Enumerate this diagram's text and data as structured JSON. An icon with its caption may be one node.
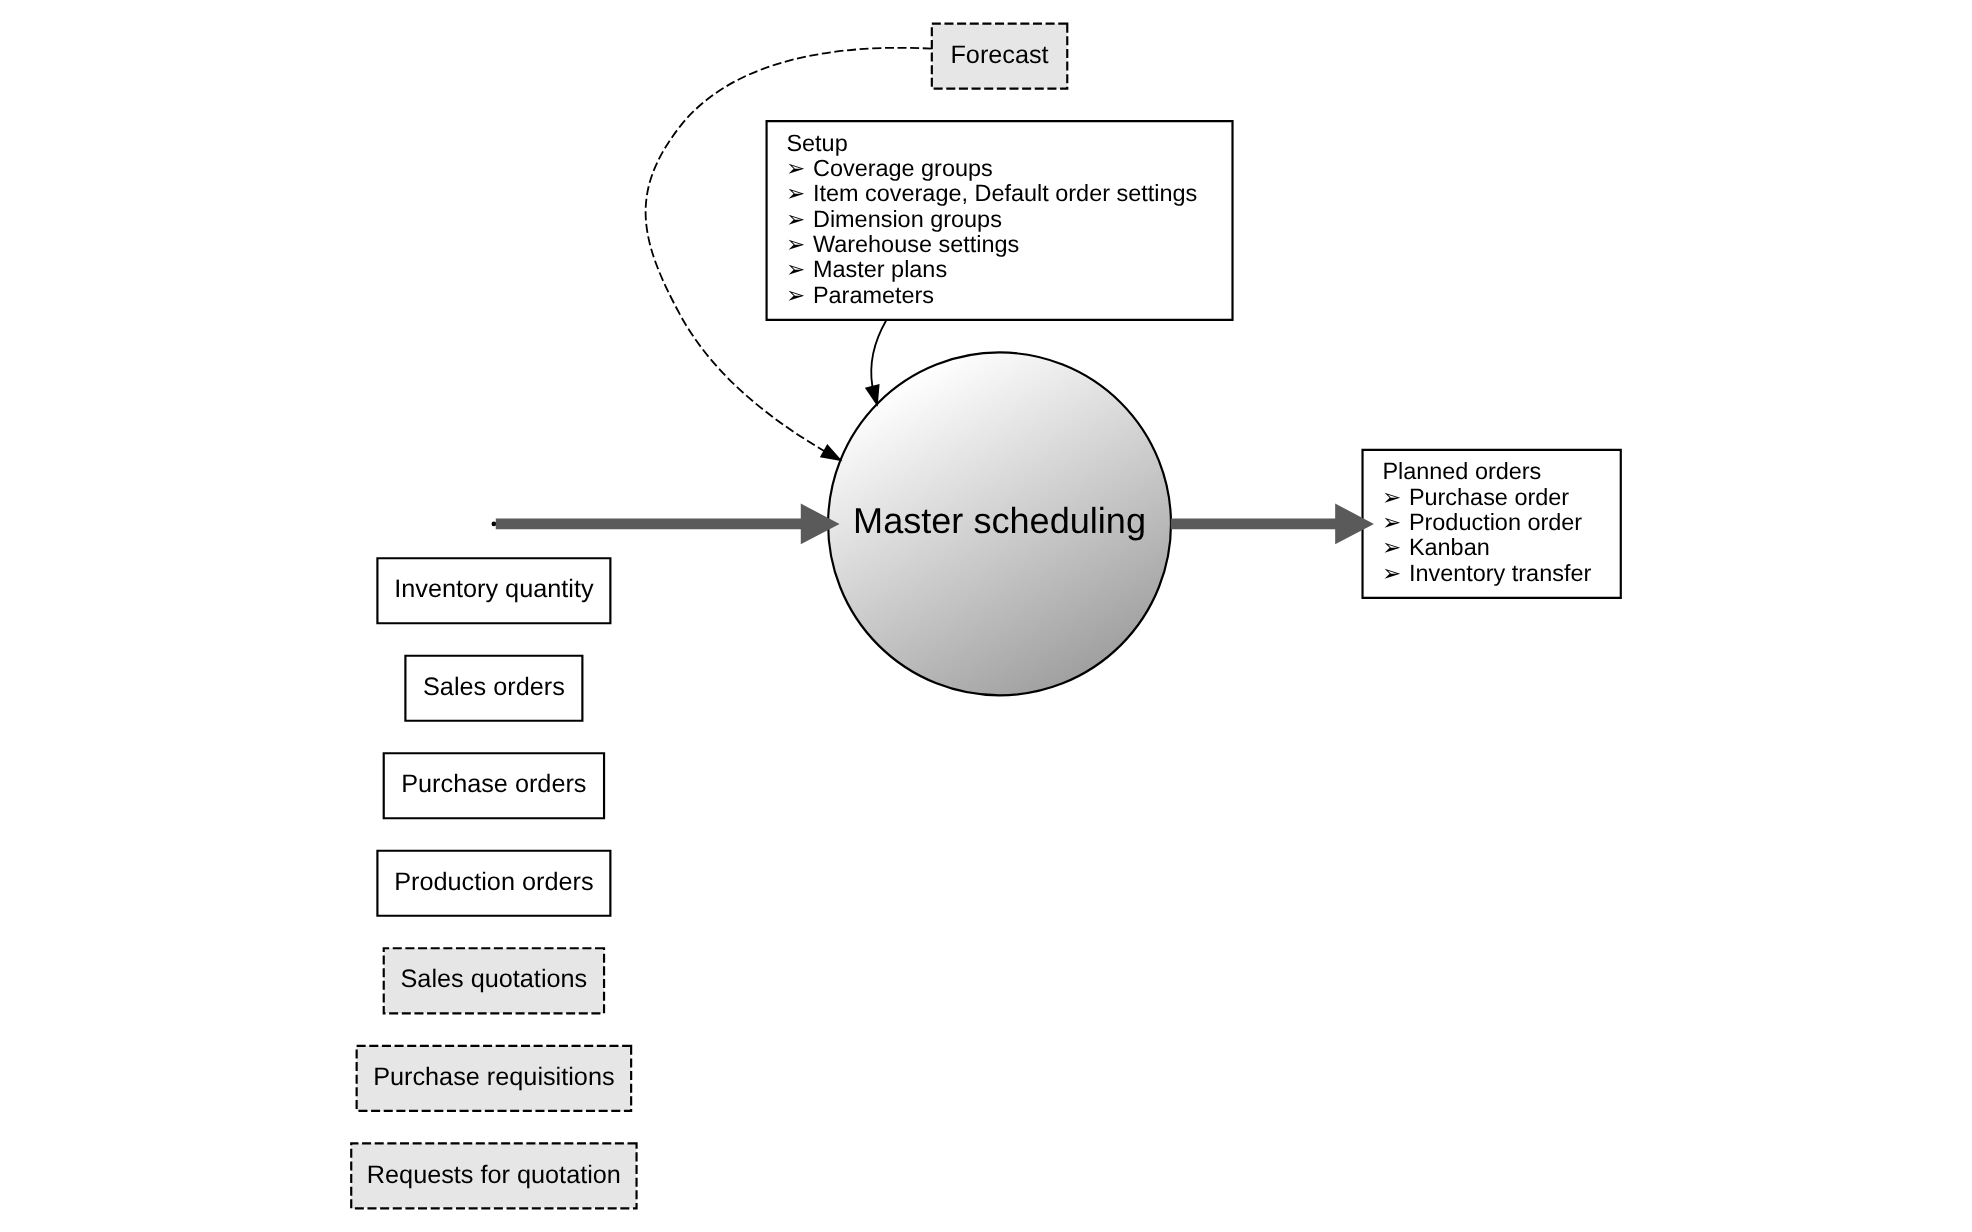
{
  "diagram": {
    "nodes": [
      {
        "text": [
          "Inventory quantity"
        ]
      },
      {
        "text": [
          "Sales orders"
        ]
      },
      {
        "text": [
          "Purchase orders"
        ]
      },
      {
        "text": [
          "Production orders"
        ]
      },
      {
        "text": [
          "Sales quotations"
        ]
      },
      {
        "text": [
          "Purchase requisitions"
        ]
      },
      {
        "text": [
          "Requests for quotation"
        ]
      },
      {
        "text": [
          "Forecast"
        ]
      },
      {
        "text": [
          "Master scheduling"
        ]
      },
      {
        "text": [
          "Planned orders",
          "➢ Purchase order",
          "➢ Production order",
          "➢ Kanban",
          "➢ Inventory transfer"
        ]
      },
      {
        "text": [
          "Setup",
          "➢ Coverage groups",
          "➢ Item coverage, Default order settings",
          "➢ Dimension groups",
          "➢ Warehouse settings",
          "➢ Master plans",
          "➢ Parameters"
        ]
      }
    ],
    "edges": [
      {
        "from": null,
        "to": 8,
        "arrow": "to",
        "style": "thick",
        "color": "#5a5a5a"
      },
      {
        "from": 7,
        "to": 8,
        "arrow": "to",
        "style": "dashed"
      },
      {
        "from": 10,
        "to": 8,
        "arrow": "to"
      },
      {
        "from": 8,
        "to": 9,
        "arrow": "to",
        "style": "thick",
        "color": "#5a5a5a"
      }
    ]
  }
}
